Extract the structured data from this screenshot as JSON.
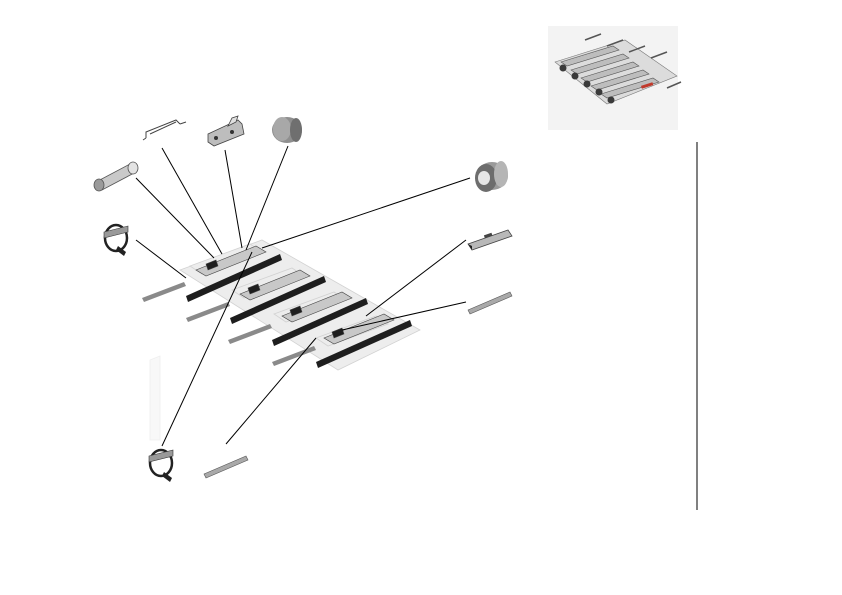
{
  "diagram": {
    "type": "exploded-parts-view",
    "labels": [],
    "colors": {
      "line": "#000000",
      "part_dark": "#1e1e1e",
      "part_gray": "#8a8a8a",
      "ghost": "#ededed",
      "accent": "#c0392b"
    },
    "parts": [
      {
        "name": "wire-bracket"
      },
      {
        "name": "mounting-plate"
      },
      {
        "name": "gray-roller-small"
      },
      {
        "name": "cylinder-roller"
      },
      {
        "name": "flanged-hub"
      },
      {
        "name": "ring-clamp-upper"
      },
      {
        "name": "ring-clamp-lower"
      },
      {
        "name": "short-rail-right"
      },
      {
        "name": "thin-rod-right"
      },
      {
        "name": "thin-rod-bottom"
      }
    ]
  }
}
